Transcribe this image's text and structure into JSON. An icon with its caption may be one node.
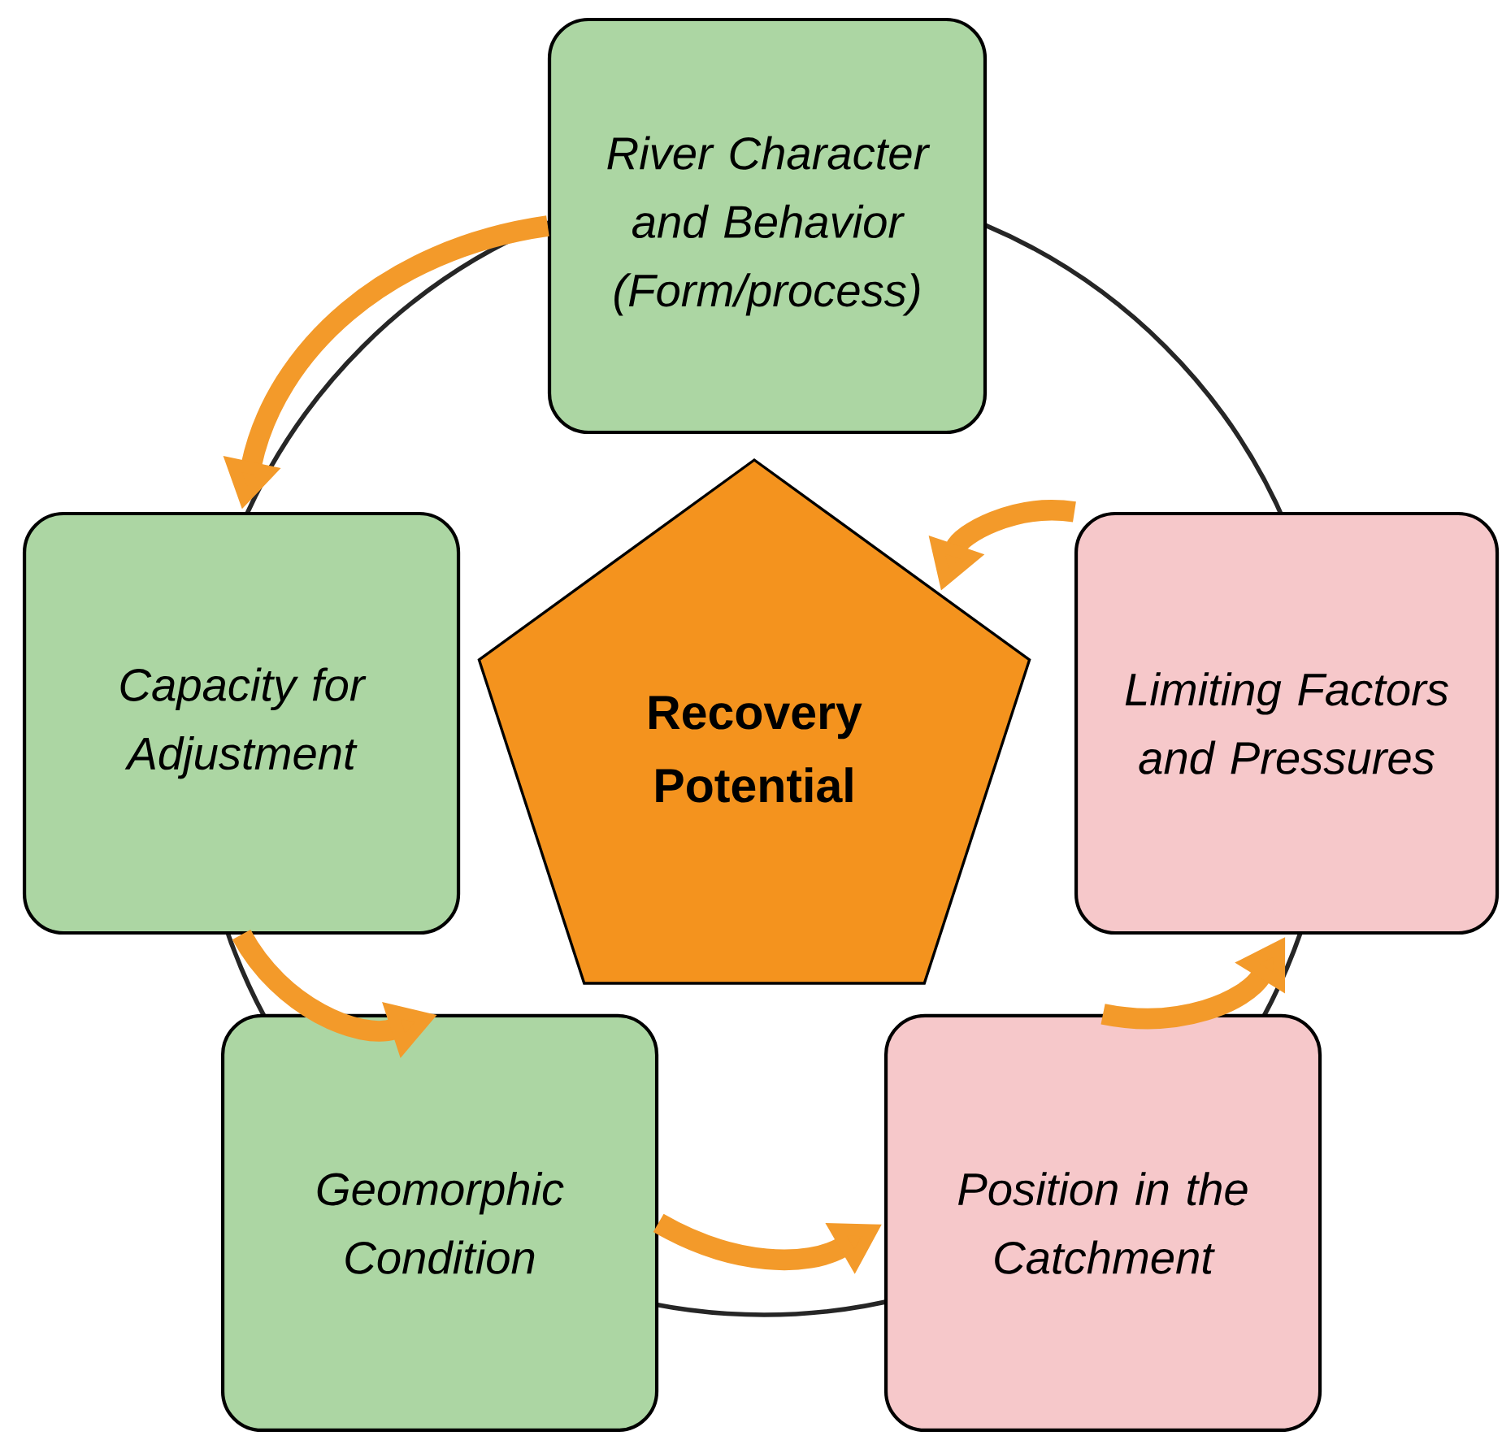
{
  "diagram": {
    "nodes": [
      {
        "text": [
          "River Character and Behavior (Form/process)"
        ]
      },
      {
        "text": [
          "Capacity for Adjustment"
        ]
      },
      {
        "text": [
          "Geomorphic Condition"
        ]
      },
      {
        "text": [
          "Position in the Catchment"
        ]
      },
      {
        "text": [
          "Limiting Factors and Pressures"
        ]
      },
      {
        "text": [
          "Recovery Potential"
        ]
      }
    ],
    "edges": [
      {
        "from": 0,
        "to": 1,
        "arrow": "to"
      },
      {
        "from": 1,
        "to": 2,
        "arrow": "to"
      },
      {
        "from": 2,
        "to": 3,
        "arrow": "to"
      },
      {
        "from": 3,
        "to": 4,
        "arrow": "to"
      },
      {
        "from": 4,
        "to": 5,
        "arrow": "to"
      }
    ]
  }
}
